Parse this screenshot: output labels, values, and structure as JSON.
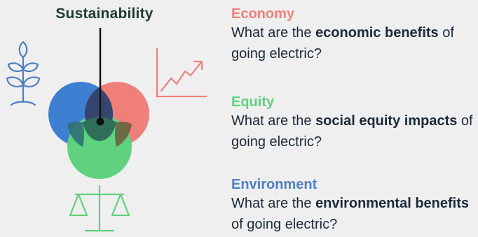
{
  "diagram": {
    "title": "Sustainability",
    "colors": {
      "economy": "#f07f7a",
      "equity": "#5fd17f",
      "environment": "#4d7fc4"
    },
    "icons": [
      "plant-icon",
      "rising-chart-icon",
      "balance-scale-icon"
    ]
  },
  "sections": {
    "economy": {
      "heading": "Economy",
      "pre": "What are the ",
      "bold": "economic benefits",
      "post": " of going electric?"
    },
    "equity": {
      "heading": "Equity",
      "pre": "What are the ",
      "bold": "social equity impacts",
      "post": " of going electric?"
    },
    "environment": {
      "heading": "Environment",
      "pre": "What are the ",
      "bold": "environmental benefits",
      "post": " of going electric?"
    }
  }
}
